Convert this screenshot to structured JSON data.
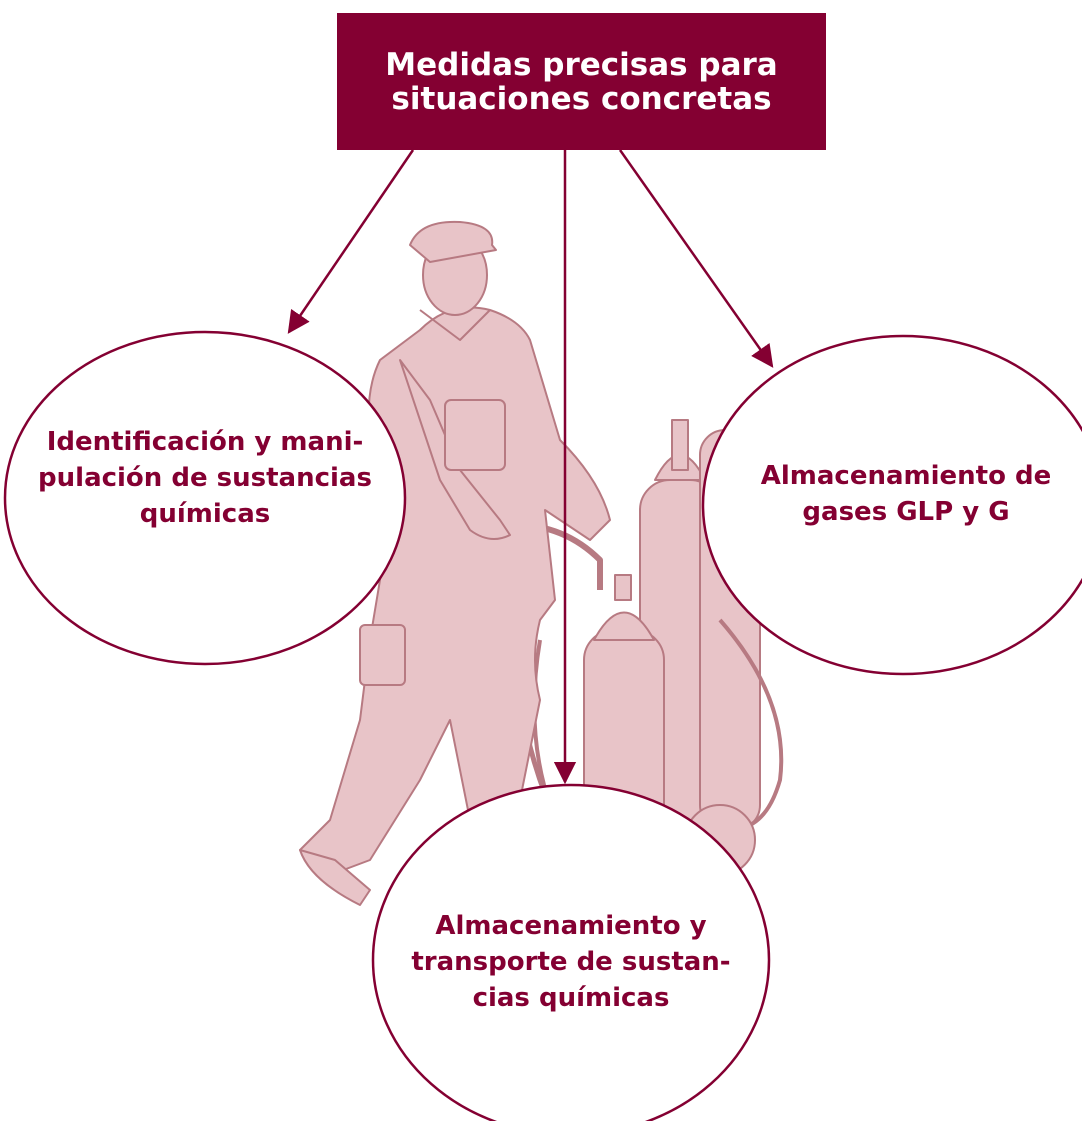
{
  "diagram": {
    "header": {
      "lines": [
        "Medidas precisas para",
        "situaciones concretas"
      ]
    },
    "nodes": [
      {
        "id": "left",
        "lines": [
          "Identificación y mani-",
          "pulación de sustancias",
          "químicas"
        ]
      },
      {
        "id": "right",
        "lines": [
          "Almacenamiento de",
          "gases GLP y G"
        ]
      },
      {
        "id": "bottom",
        "lines": [
          "Almacenamiento y",
          "transporte de sustan-",
          "cias químicas"
        ]
      }
    ],
    "illustration": "worker-with-gas-cylinder-cart",
    "colors": {
      "accent": "#840032",
      "illustration_fill": "#e8c4c8",
      "illustration_stroke": "#b77a82",
      "background": "#ffffff"
    }
  }
}
